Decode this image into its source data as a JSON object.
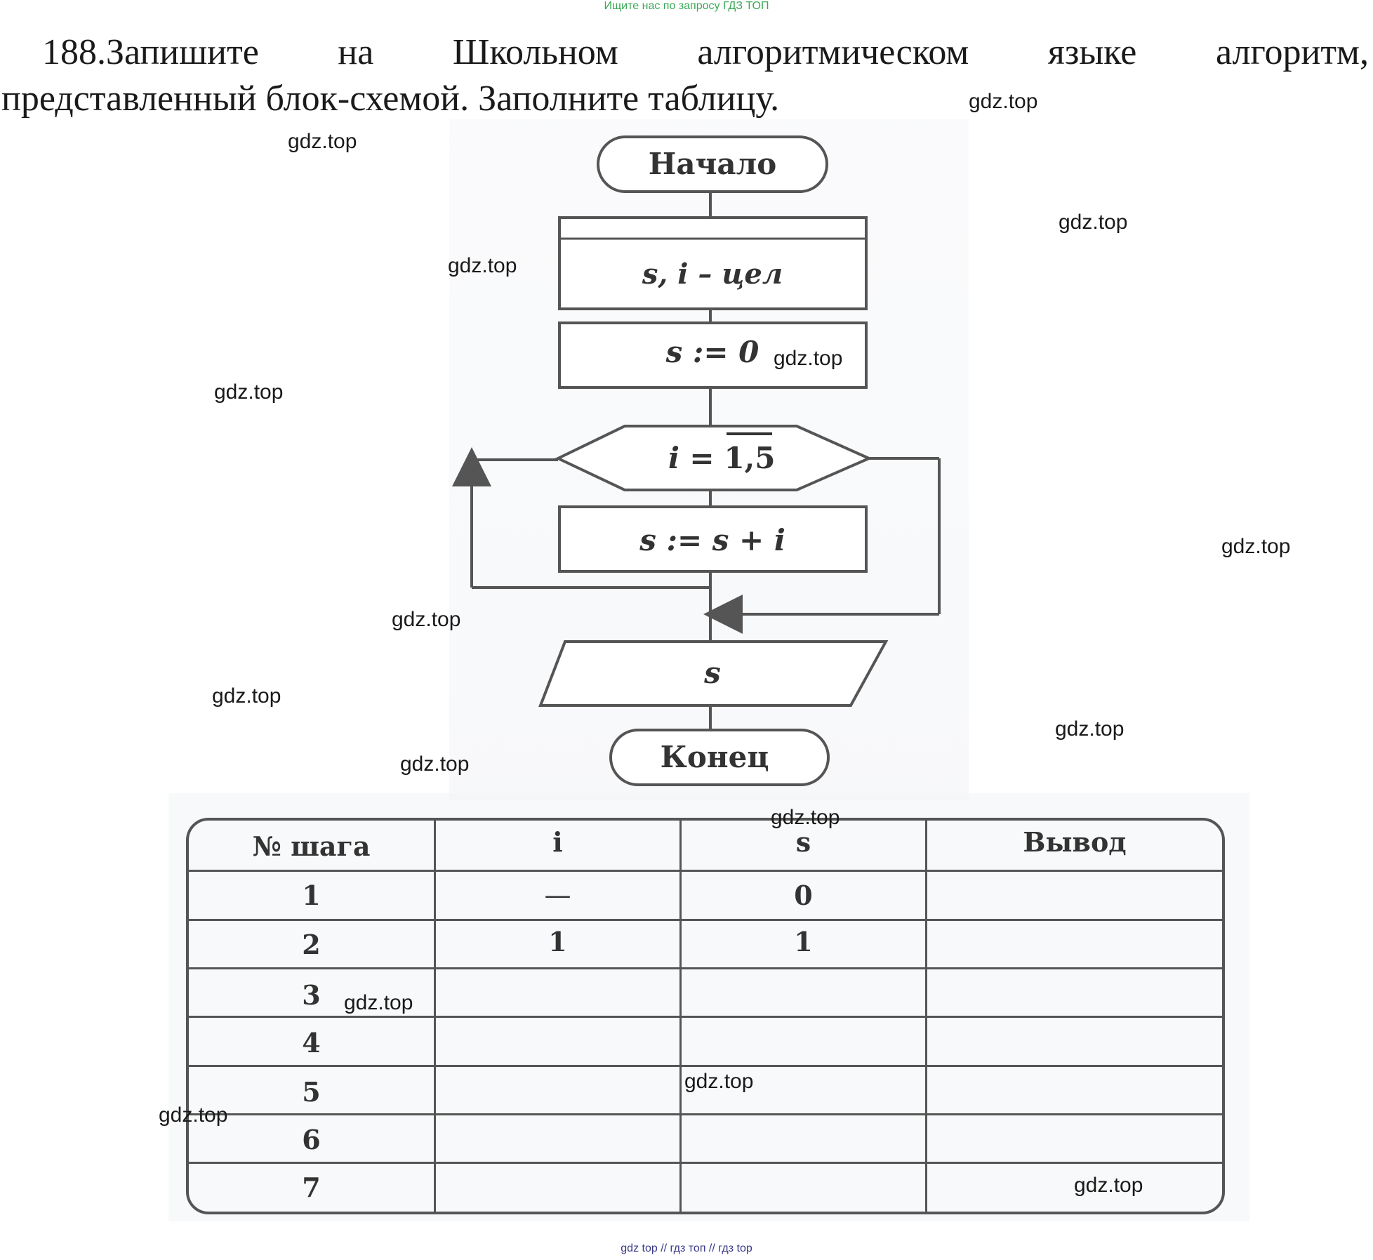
{
  "banner": "Ищите нас по запросу ГДЗ ТОП",
  "task": {
    "line1_words": [
      "188.Запишите",
      "на",
      "Школьном",
      "алгоритмическом",
      "языке",
      "алгоритм,"
    ],
    "line2": "представленный блок-схемой. Заполните таблицу."
  },
  "flowchart": {
    "start": "Начало",
    "declare": "s, i – цел",
    "init": "s := 0",
    "loop_var": "i",
    "loop_eq": "=",
    "loop_range": "1,5",
    "body": "s := s + i",
    "output": "s",
    "end": "Конец"
  },
  "table": {
    "headers": [
      "№ шага",
      "i",
      "s",
      "Вывод"
    ],
    "rows": [
      [
        "1",
        "—",
        "0",
        ""
      ],
      [
        "2",
        "1",
        "1",
        ""
      ],
      [
        "3",
        "",
        "",
        ""
      ],
      [
        "4",
        "",
        "",
        ""
      ],
      [
        "5",
        "",
        "",
        ""
      ],
      [
        "6",
        "",
        "",
        ""
      ],
      [
        "7",
        "",
        "",
        ""
      ]
    ]
  },
  "watermark": "gdz.top",
  "footer": "gdz top  //  гдз топ  //  гдз top"
}
